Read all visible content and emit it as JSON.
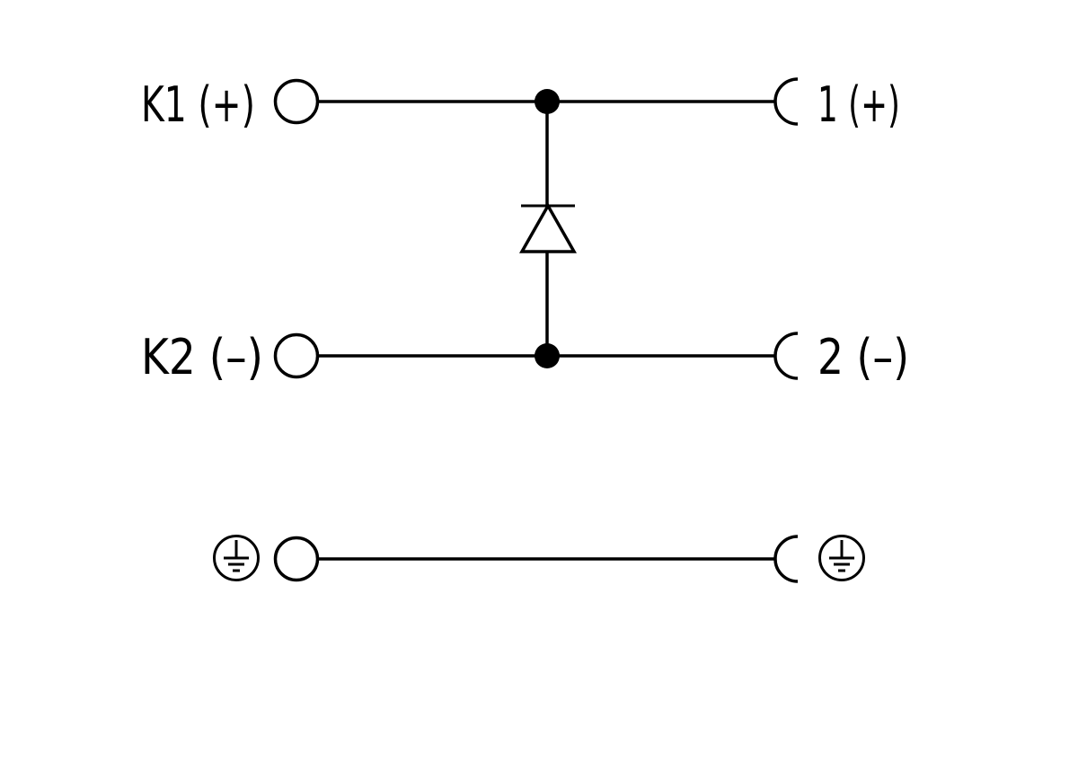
{
  "diagram": {
    "terminals_left": {
      "k1": "K1 (+)",
      "k2": "K2 (–)"
    },
    "terminals_right": {
      "t1": "1 (+)",
      "t2": "2 (–)"
    },
    "components": {
      "diode": "diode-icon",
      "ground_left": "earth-ground-icon",
      "ground_right": "earth-ground-icon"
    },
    "colors": {
      "line": "#000000",
      "background": "#ffffff"
    }
  }
}
